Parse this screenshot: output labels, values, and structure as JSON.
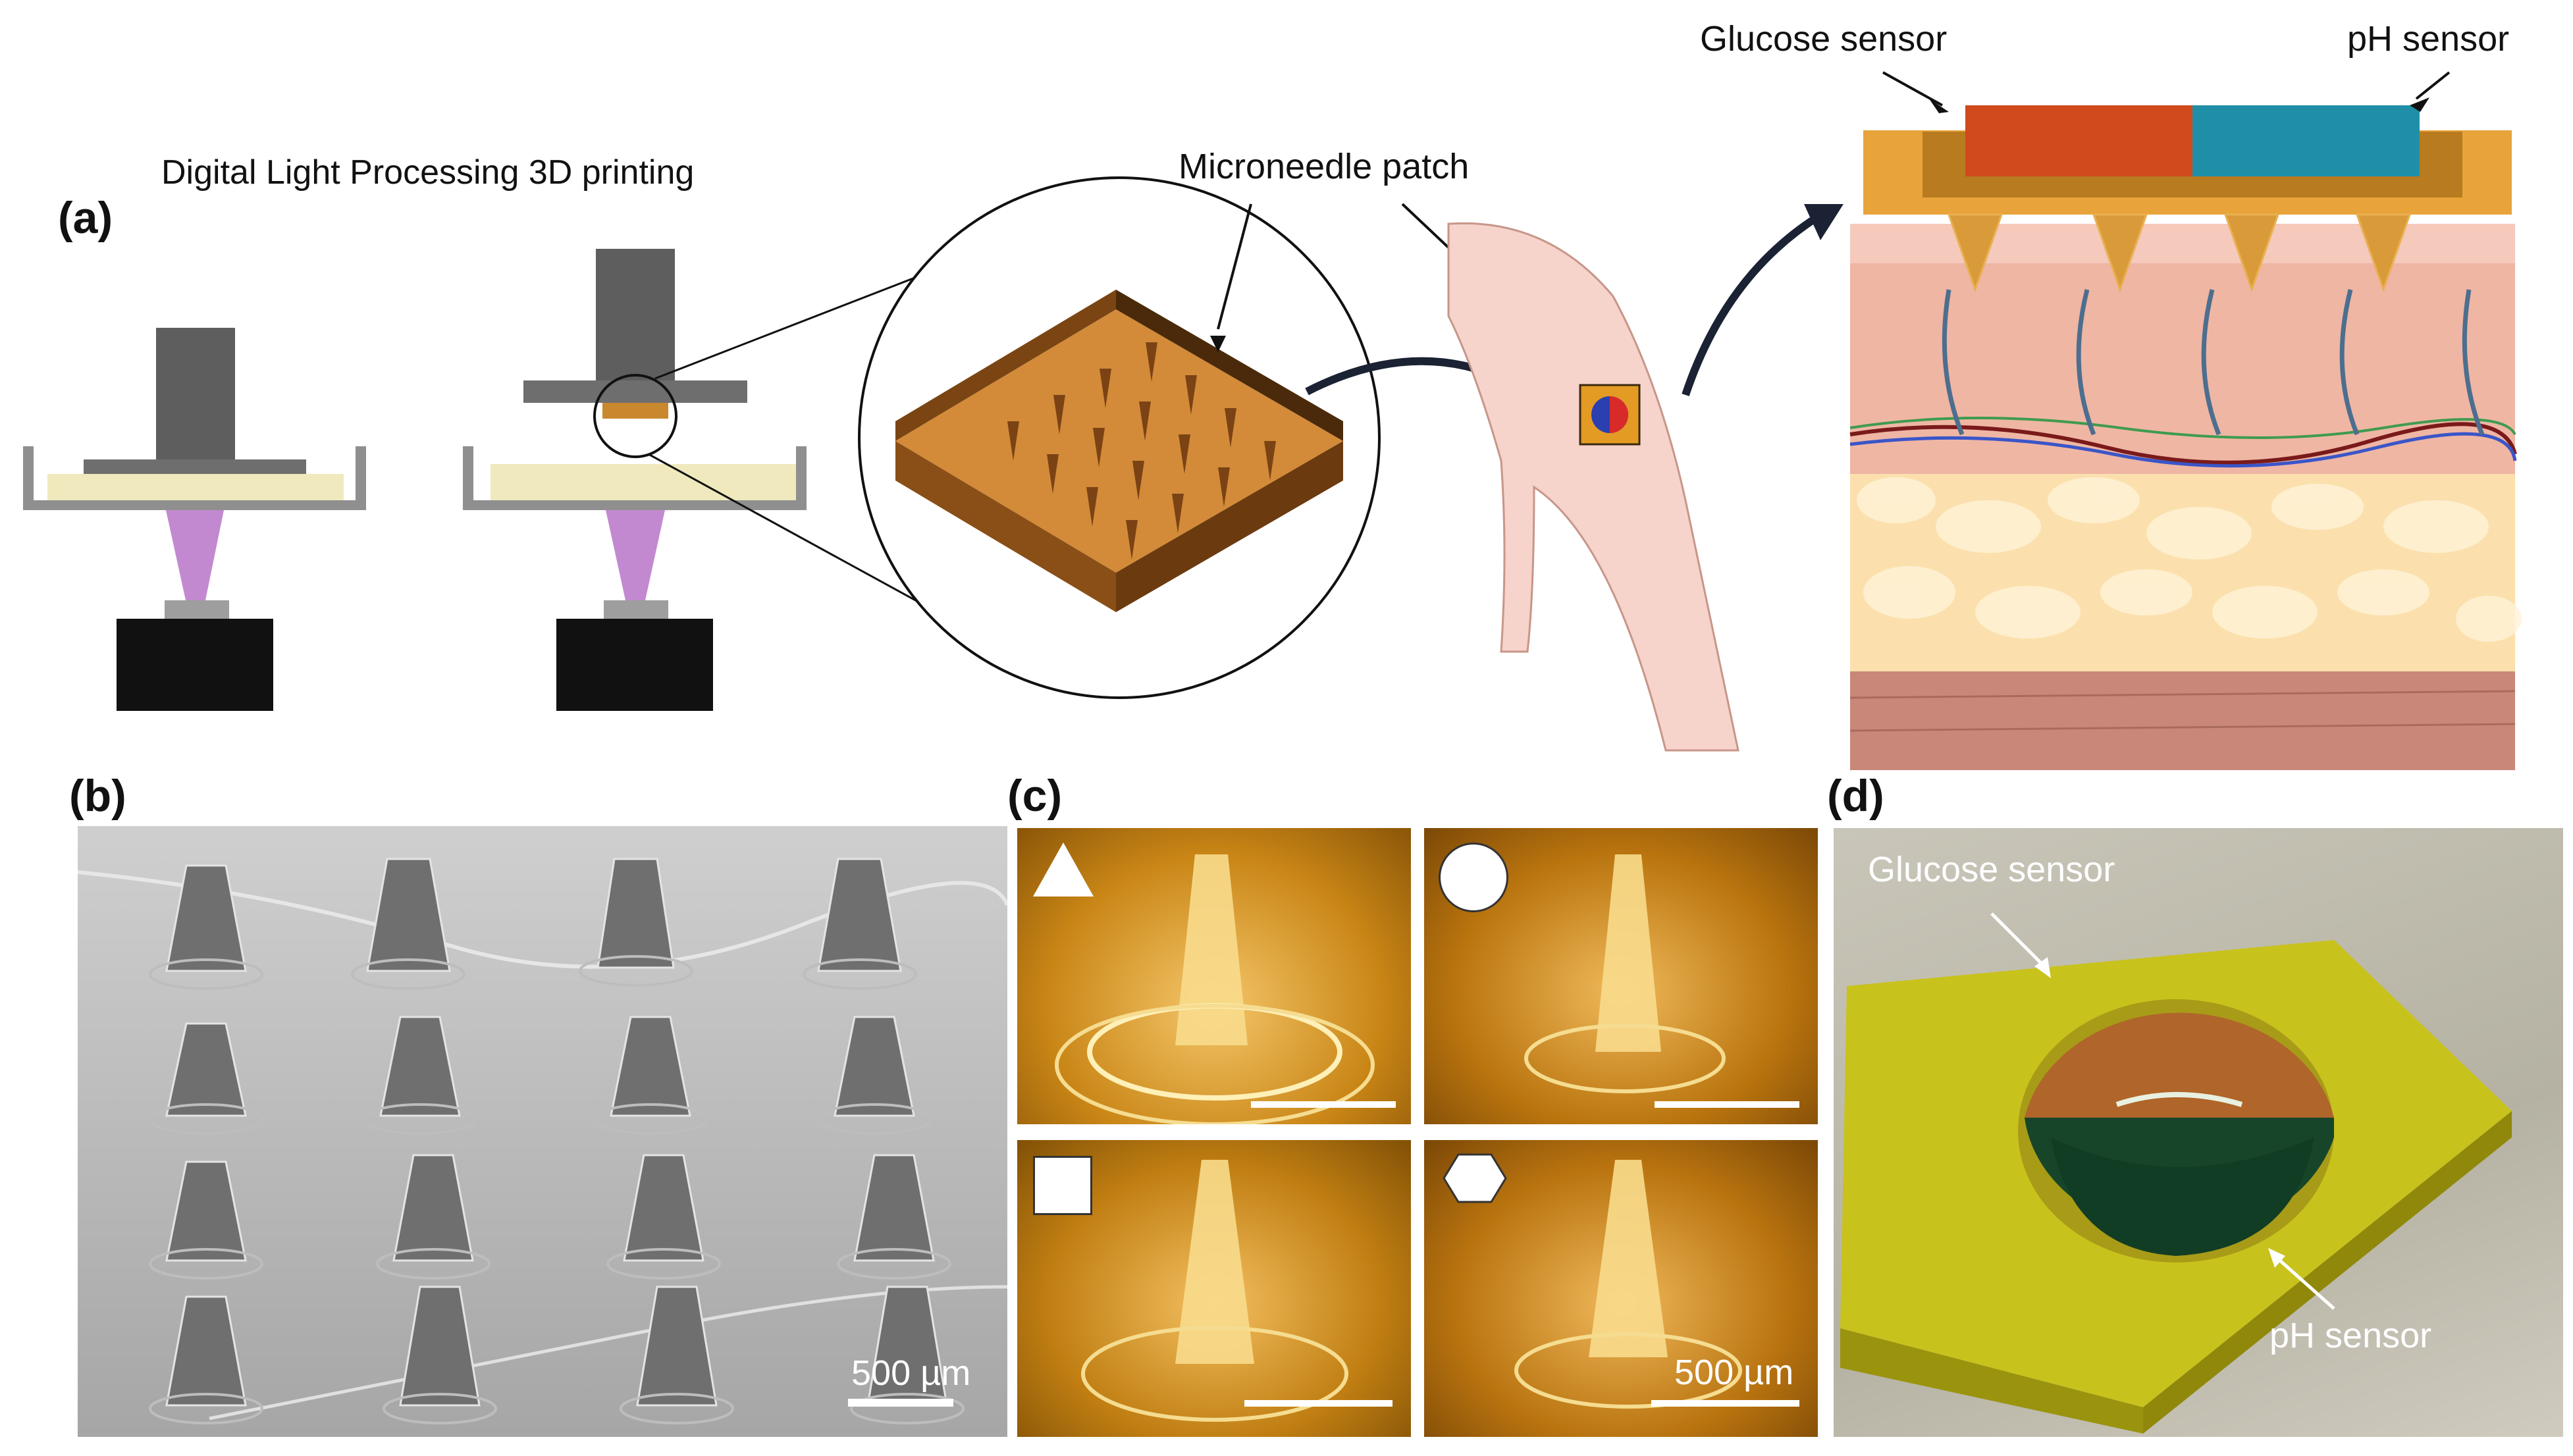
{
  "figure": {
    "panels": {
      "a": {
        "label": "(a)",
        "title": "Digital Light Processing 3D printing",
        "microneedle_label": "Microneedle patch",
        "glucose_label": "Glucose sensor",
        "ph_label": "pH sensor"
      },
      "b": {
        "label": "(b)",
        "scale_bar": "500 µm"
      },
      "c": {
        "label": "(c)",
        "scale_bar": "500 µm",
        "shapes": [
          "triangle",
          "circle",
          "square",
          "hexagon"
        ]
      },
      "d": {
        "label": "(d)",
        "glucose_label": "Glucose sensor",
        "ph_label": "pH sensor"
      }
    },
    "colors": {
      "glucose_sensor": "#d04a1e",
      "ph_sensor": "#1f8fa8",
      "patch_amber": "#e7a02c",
      "uv_light": "#b070c0",
      "resin": "#f2ecc0",
      "skin_pink": "#efb6a4",
      "fat": "#fbe0ad",
      "muscle": "#c98779"
    }
  }
}
